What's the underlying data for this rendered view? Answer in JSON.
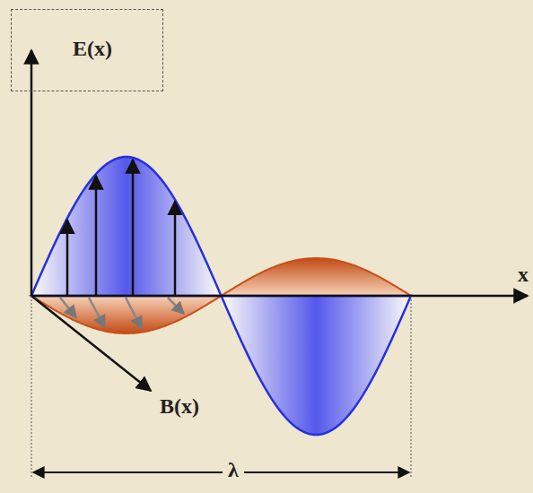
{
  "diagram": {
    "nodes": [
      {
        "text": [
          "E(x)"
        ]
      }
    ],
    "labels": [
      "x",
      "B(x)",
      "λ"
    ]
  }
}
